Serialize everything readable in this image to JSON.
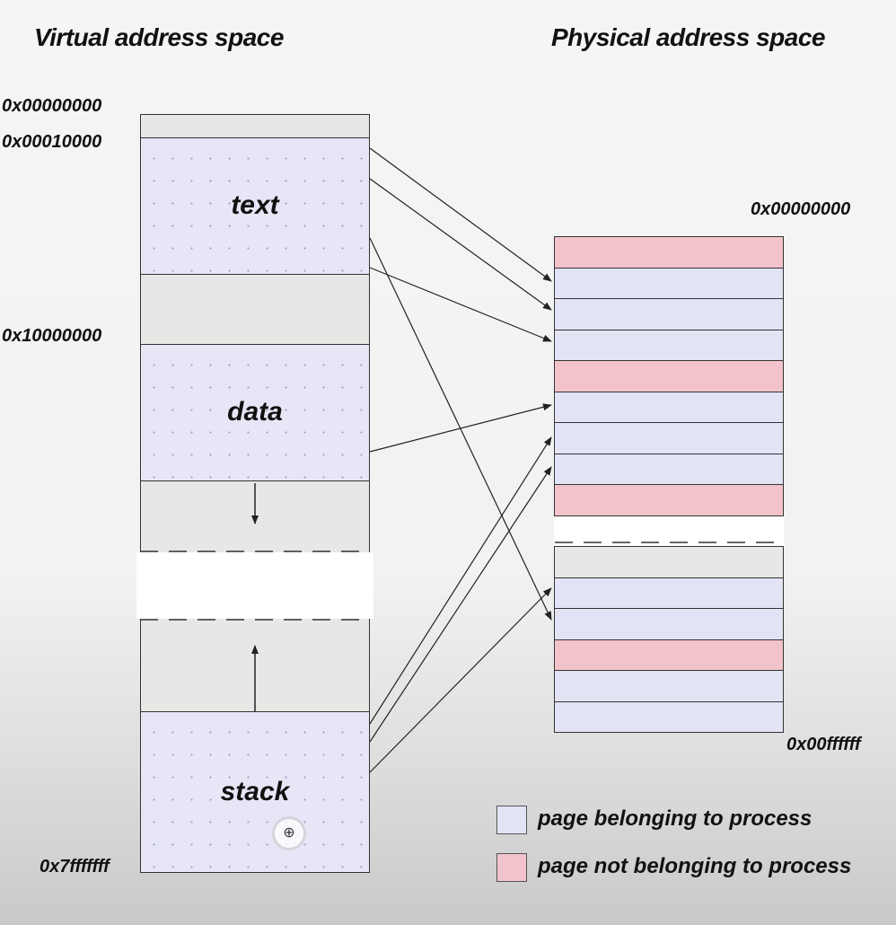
{
  "titles": {
    "virtual": "Virtual address space",
    "physical": "Physical address space"
  },
  "virtual_addresses": {
    "start": "0x00000000",
    "text_start": "0x00010000",
    "data_start": "0x10000000",
    "end": "0x7fffffff"
  },
  "physical_addresses": {
    "start": "0x00000000",
    "end": "0x00ffffff"
  },
  "segments": {
    "text": "text",
    "data": "data",
    "stack": "stack"
  },
  "legend": {
    "mine": "page belonging to process",
    "other": "page not belonging to process",
    "mine_color": "#e3e3f6",
    "other_color": "#f2c3cb"
  },
  "physical_frames": [
    "other",
    "mine",
    "mine",
    "mine",
    "other",
    "mine",
    "mine",
    "mine",
    "other",
    "break",
    "empty",
    "mine",
    "mine",
    "other",
    "mine",
    "mine"
  ],
  "icons": {
    "zoom": "zoom-in-icon"
  }
}
